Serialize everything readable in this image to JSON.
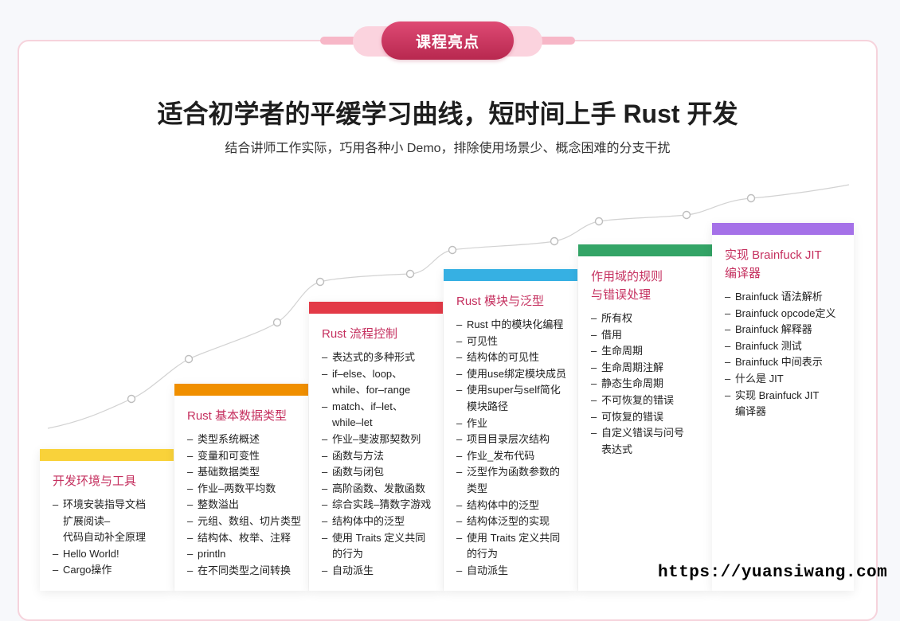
{
  "badge": "课程亮点",
  "title": "适合初学者的平缓学习曲线，短时间上手 Rust 开发",
  "subtitle": "结合讲师工作实际，巧用各种小 Demo，排除使用场景少、概念困难的分支干扰",
  "colors": {
    "accent": "#c5305f",
    "badge_bg": "#c8325c",
    "card1": "#f9d23a",
    "card2": "#f08f00",
    "card3": "#e33a47",
    "card4": "#36b0e3",
    "card5": "#33a466",
    "card6": "#a571e8"
  },
  "cards": [
    {
      "title": "开发环境与工具",
      "items": [
        "环境安装指导文档\n扩展阅读–\n代码自动补全原理",
        "Hello World!",
        "Cargo操作"
      ]
    },
    {
      "title": "Rust 基本数据类型",
      "items": [
        "类型系统概述",
        "变量和可变性",
        "基础数据类型",
        "作业–两数平均数",
        "整数溢出",
        "元组、数组、切片类型",
        "结构体、枚举、注释",
        "println",
        "在不同类型之间转换"
      ]
    },
    {
      "title": "Rust 流程控制",
      "items": [
        "表达式的多种形式",
        "if–else、loop、\nwhile、for–range",
        "match、if–let、\nwhile–let",
        "作业–斐波那契数列",
        "函数与方法",
        "函数与闭包",
        "高阶函数、发散函数",
        "综合实践–猜数字游戏",
        "结构体中的泛型",
        "使用 Traits 定义共同\n的行为",
        "自动派生"
      ]
    },
    {
      "title": "Rust 模块与泛型",
      "items": [
        "Rust 中的模块化编程",
        "可见性",
        "结构体的可见性",
        "使用use绑定模块成员",
        "使用super与self简化\n模块路径",
        "作业",
        "项目目录层次结构",
        "作业_发布代码",
        "泛型作为函数参数的\n类型",
        "结构体中的泛型",
        "结构体泛型的实现",
        "使用 Traits 定义共同\n的行为",
        "自动派生"
      ]
    },
    {
      "title": "作用域的规则\n与错误处理",
      "items": [
        "所有权",
        "借用",
        "生命周期",
        "生命周期注解",
        "静态生命周期",
        "不可恢复的错误",
        "可恢复的错误",
        "自定义错误与问号\n表达式"
      ]
    },
    {
      "title": "实现 Brainfuck JIT\n编译器",
      "items": [
        "Brainfuck 语法解析",
        "Brainfuck opcode定义",
        "Brainfuck 解释器",
        "Brainfuck 测试",
        "Brainfuck 中间表示",
        "什么是 JIT",
        "实现 Brainfuck JIT\n编译器"
      ]
    }
  ],
  "watermark": "https://yuansiwang.com"
}
